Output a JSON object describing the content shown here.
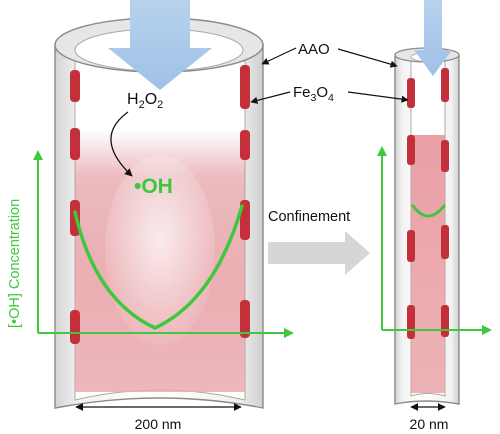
{
  "labels": {
    "aao": "AAO",
    "fe3o4": {
      "base": "Fe",
      "sub1": "3",
      "mid": "O",
      "sub2": "4"
    },
    "h2o2": {
      "base": "H",
      "sub1": "2",
      "mid": "O",
      "sub2": "2"
    },
    "oh_radical": "•OH",
    "confinement": "Confinement",
    "y_axis": "[•OH] Concentration",
    "width_left": "200 nm",
    "width_right": "20 nm"
  },
  "colors": {
    "green": "#3ec83e",
    "tube_outline": "#8a8a8a",
    "wall_light": "#f2f2f2",
    "wall_shade": "#cfcfcf",
    "fe3o4_red": "#c4303a",
    "pink_fill": "#e8a2a6",
    "arrow_blue": "#a9c8ea",
    "confine_arrow": "#d6d6d6"
  }
}
